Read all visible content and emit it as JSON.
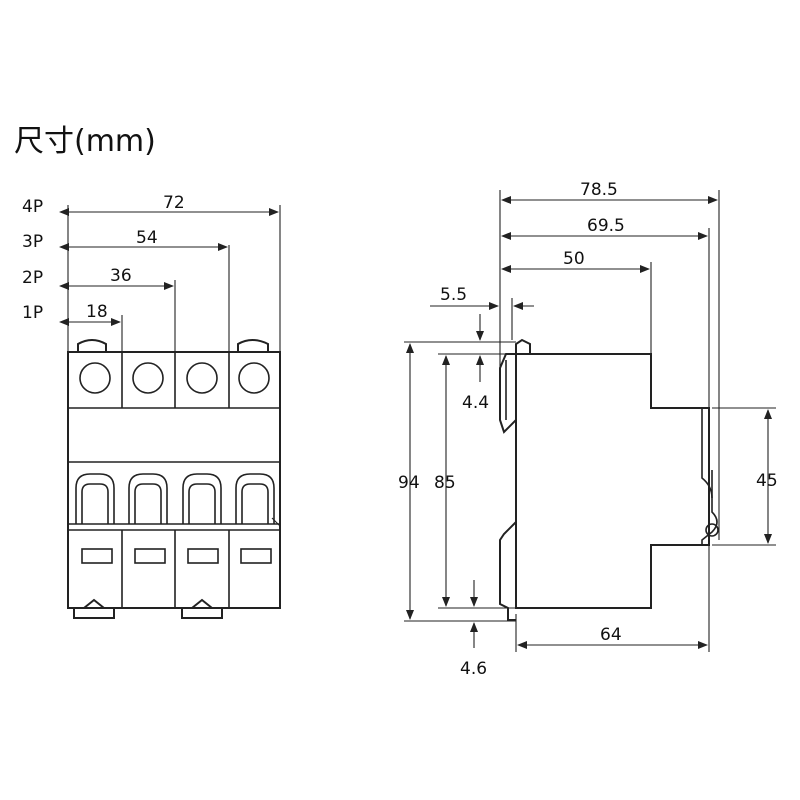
{
  "title": "尺寸(mm)",
  "front_view": {
    "rows": [
      {
        "label": "4P",
        "value": "72"
      },
      {
        "label": "3P",
        "value": "54"
      },
      {
        "label": "2P",
        "value": "36"
      },
      {
        "label": "1P",
        "value": "18"
      }
    ]
  },
  "side_view": {
    "depth_total": "78.5",
    "depth_mid": "69.5",
    "depth_front": "50",
    "clip_offset": "5.5",
    "top_clip": "4.4",
    "height_total": "94",
    "height_body": "85",
    "rail_height": "45",
    "bottom_clip": "4.6",
    "base_depth": "64"
  }
}
